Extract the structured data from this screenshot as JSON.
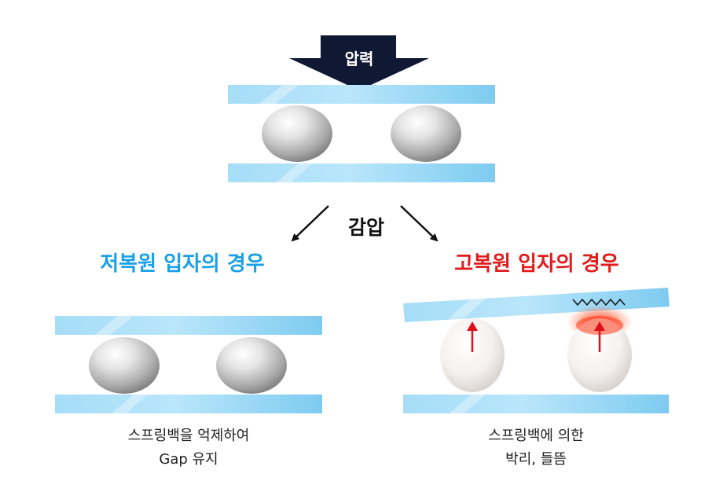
{
  "pressure_label": "압력",
  "reduce_label": "감압",
  "low_case": {
    "title": "저복원 입자의 경우",
    "title_color": "#1aa0e8",
    "caption_lines": [
      "스프링백을 억제하여",
      "Gap 유지"
    ]
  },
  "high_case": {
    "title": "고복원 입자의 경우",
    "title_color": "#e01c1c",
    "caption_lines": [
      "스프링백에 의한",
      "박리, 들뜸"
    ]
  },
  "colors": {
    "plate": "#8fd3f4",
    "pressure_arrow": "#0f1933",
    "spring_arrow": "#e0101a",
    "heat_glow": "#ff3a1a"
  }
}
